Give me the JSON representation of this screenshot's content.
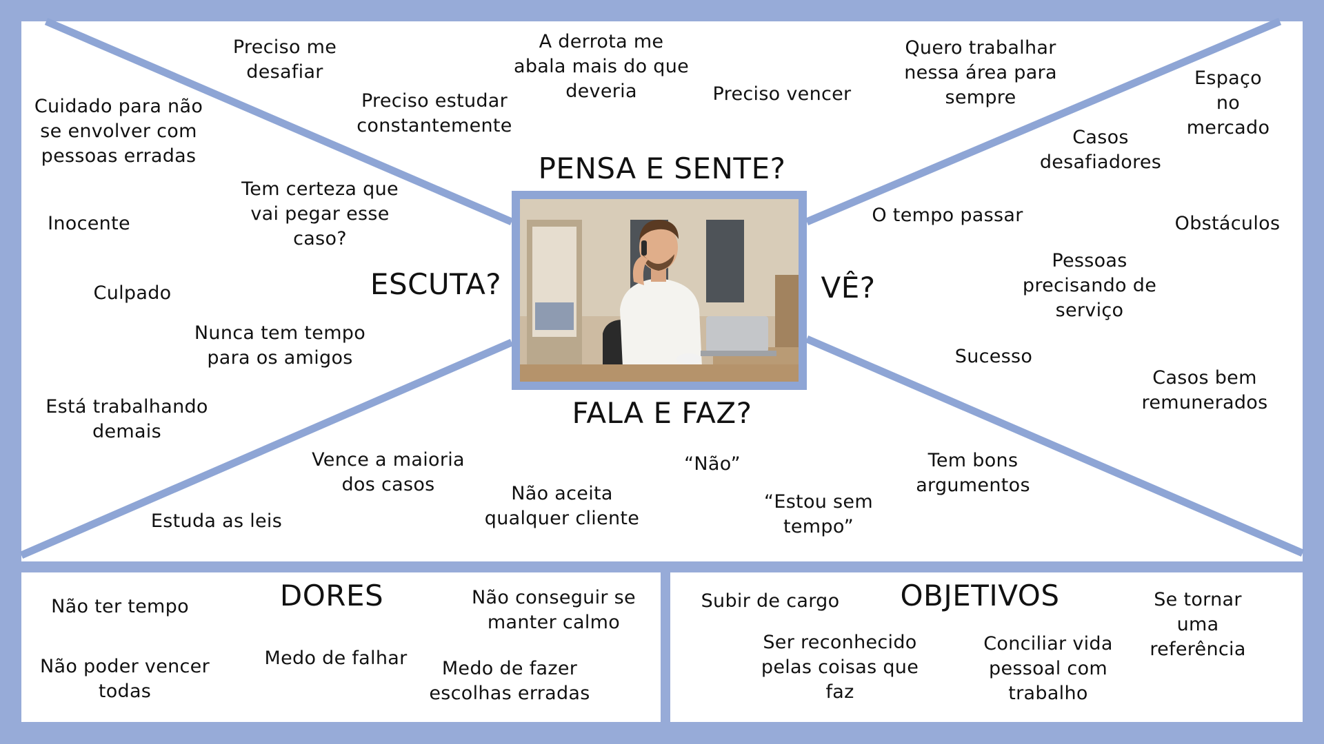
{
  "colors": {
    "background": "#97abd8",
    "panel": "#ffffff",
    "lines": "#8ea5d5",
    "text": "#111111"
  },
  "center_image": {
    "icon": "person-on-phone-photo"
  },
  "headings": {
    "thinks_feels": "PENSA E SENTE?",
    "hears": "ESCUTA?",
    "sees": "VÊ?",
    "says_does": "FALA E FAZ?",
    "pains": "DORES",
    "goals": "OBJETIVOS"
  },
  "thinks_feels": [
    "Preciso me\ndesafiar",
    "A derrota me\nabala mais do que\ndeveria",
    "Preciso estudar\nconstantemente",
    "Preciso vencer"
  ],
  "hears": [
    "Cuidado para não\nse envolver com\npessoas erradas",
    "Tem certeza que\nvai pegar esse\ncaso?",
    "Inocente",
    "Culpado",
    "Nunca tem tempo\npara os amigos",
    "Está trabalhando\ndemais"
  ],
  "sees": [
    "Quero trabalhar\nnessa área para\nsempre",
    "Espaço no\nmercado",
    "Casos\ndesafiadores",
    "O tempo passar",
    "Obstáculos",
    "Pessoas\nprecisando de\nserviço",
    "Sucesso",
    "Casos bem\nremunerados"
  ],
  "says_does": [
    "Vence a maioria\ndos casos",
    "Estuda as leis",
    "Não aceita\nqualquer cliente",
    "“Não”",
    "“Estou sem\ntempo”",
    "Tem bons\nargumentos"
  ],
  "pains": [
    "Não ter tempo",
    "Não conseguir se\nmanter calmo",
    "Medo de falhar",
    "Não poder vencer\ntodas",
    "Medo de fazer\nescolhas erradas"
  ],
  "goals": [
    "Subir de cargo",
    "Se tornar uma\nreferência",
    "Ser reconhecido\npelas coisas que\nfaz",
    "Conciliar vida\npessoal com\ntrabalho"
  ]
}
